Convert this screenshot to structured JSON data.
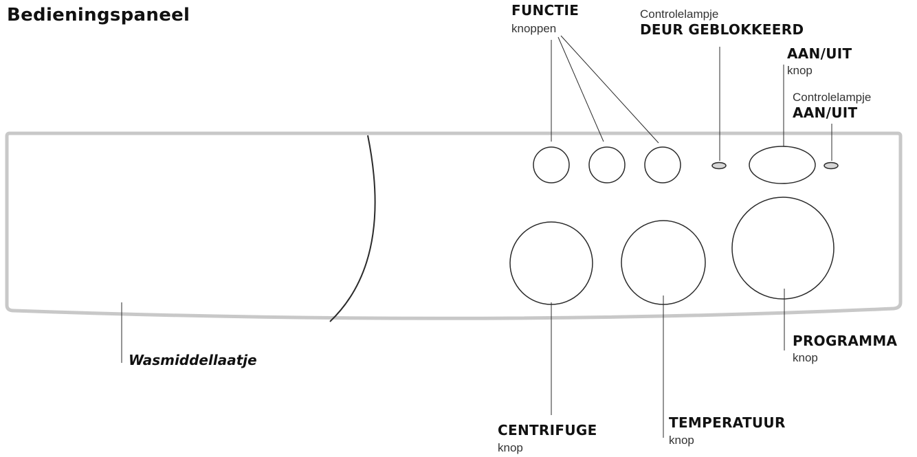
{
  "title": "Bedieningspaneel",
  "labels": {
    "functie": {
      "main": "FUNCTIE",
      "sub": "knoppen"
    },
    "deur": {
      "sub": "Controlelampje",
      "main": "DEUR GEBLOKKEERD"
    },
    "aanuit_knop": {
      "main": "AAN/UIT",
      "sub": "knop"
    },
    "aanuit_lampje": {
      "sub": "Controlelampje",
      "main": "AAN/UIT"
    },
    "programma": {
      "main": "PROGRAMMA",
      "sub": "knop"
    },
    "temperatuur": {
      "main": "TEMPERATUUR",
      "sub": "knop"
    },
    "centrifuge": {
      "main": "CENTRIFUGE",
      "sub": "knop"
    },
    "wasmiddel": {
      "main": "Wasmiddellaatje"
    }
  },
  "colors": {
    "panel_border": "#c8c8c8",
    "line": "#2a2a2a",
    "indicator_fill": "#d6d6d6"
  }
}
